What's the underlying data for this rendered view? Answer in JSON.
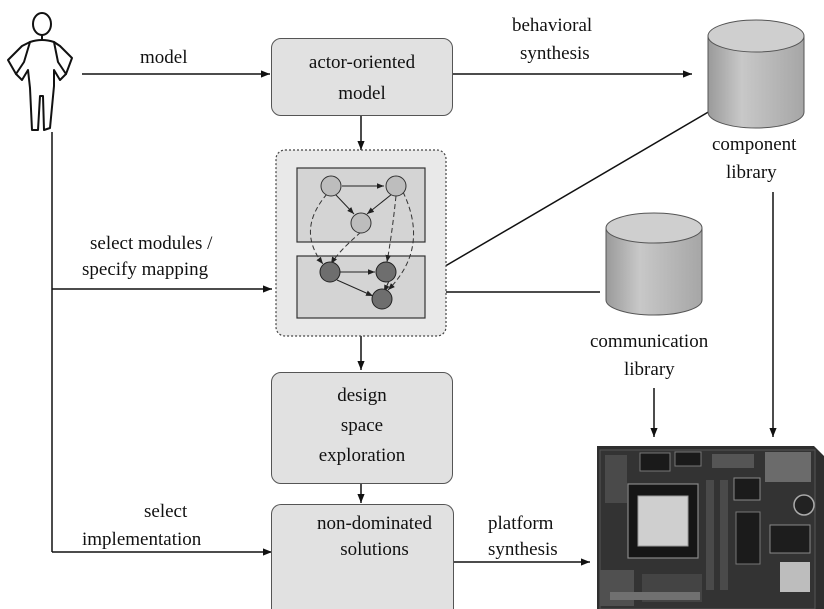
{
  "labels": {
    "model_arrow": "model",
    "behavioral": [
      "behavioral",
      "synthesis"
    ],
    "component_library": [
      "component",
      "library"
    ],
    "select_modules": [
      "select modules /",
      "specify mapping"
    ],
    "communication_library": [
      "communication",
      "library"
    ],
    "select_implementation": [
      "select",
      "implementation"
    ],
    "platform_synthesis": [
      "platform",
      "synthesis"
    ]
  },
  "boxes": {
    "actor_model": [
      "actor-oriented",
      "model"
    ],
    "dse": [
      "design",
      "space",
      "exploration"
    ],
    "nondominated": [
      "non-dominated",
      "solutions"
    ]
  },
  "colors": {
    "box_fill": "#e1e1e1",
    "mapping_fill": "#d4d4d4",
    "node_light": "#bdbdbd",
    "node_dark": "#6e6e6e",
    "cylinder": "#b8b8b8",
    "board": "#2b2b2b"
  }
}
